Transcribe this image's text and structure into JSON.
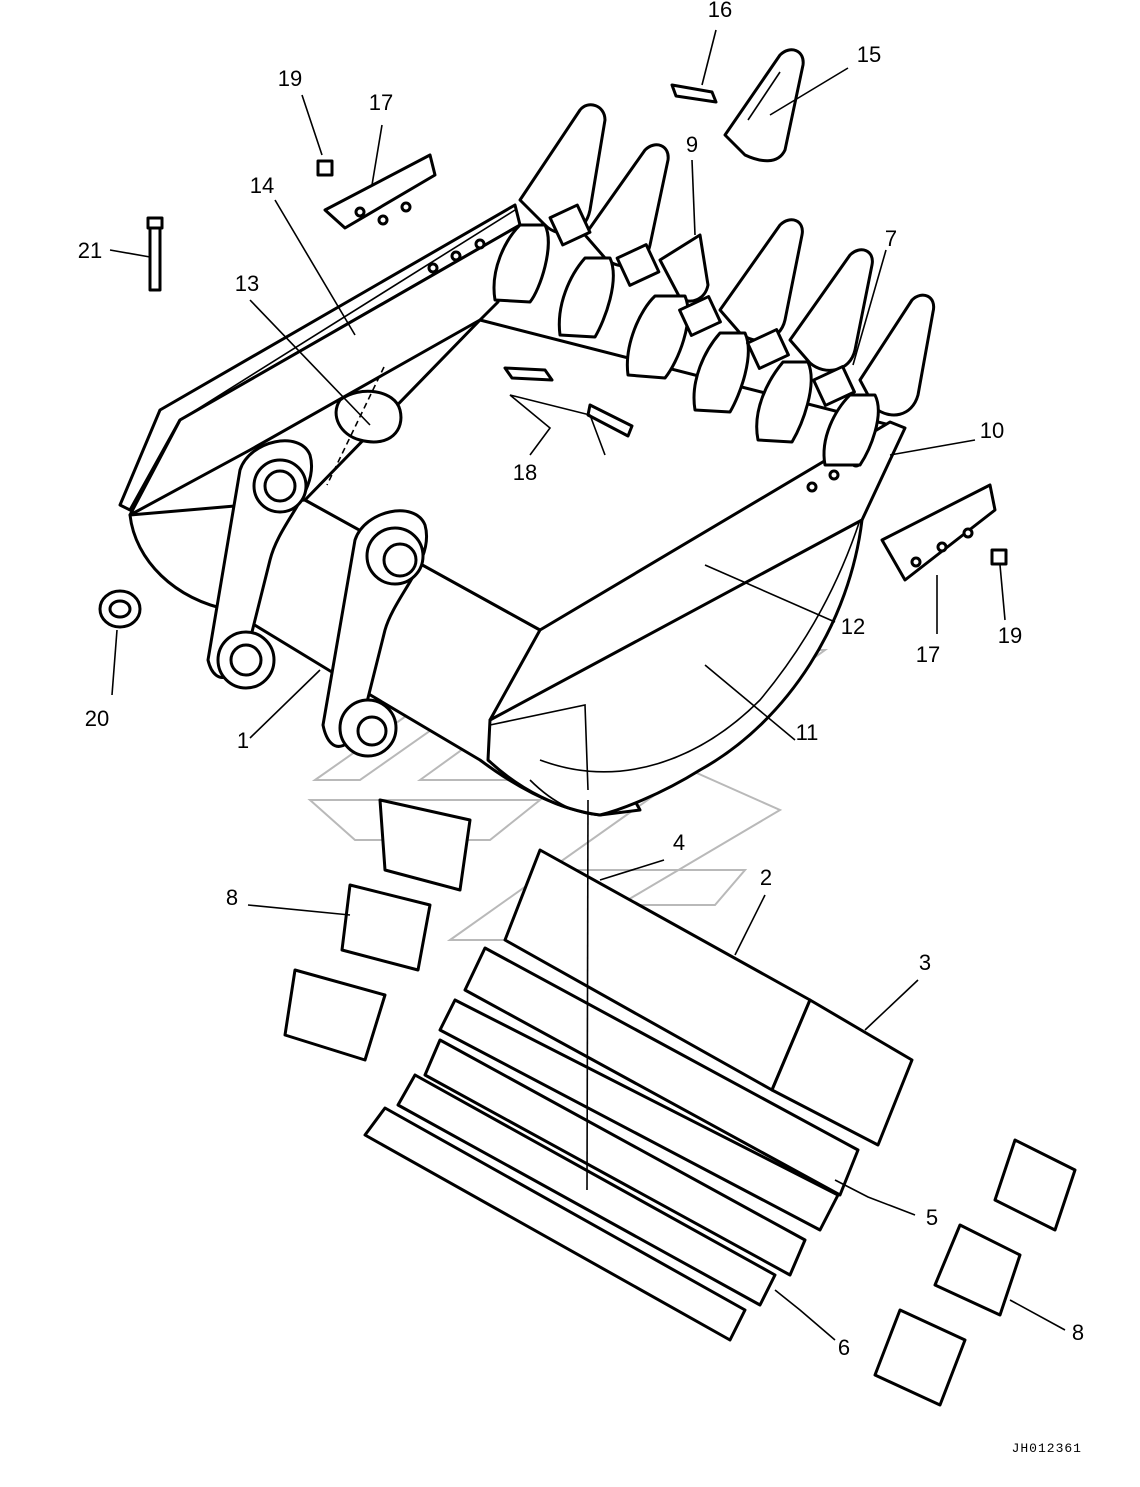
{
  "drawing": {
    "number": "JH012361",
    "callouts": {
      "p1": "1",
      "p2": "2",
      "p3": "3",
      "p4": "4",
      "p5": "5",
      "p6": "6",
      "p7": "7",
      "p8a": "8",
      "p8b": "8",
      "p9": "9",
      "p10": "10",
      "p11": "11",
      "p12": "12",
      "p13": "13",
      "p14": "14",
      "p15": "15",
      "p16": "16",
      "p17a": "17",
      "p17b": "17",
      "p18": "18",
      "p19a": "19",
      "p19b": "19",
      "p20": "20",
      "p21": "21"
    }
  }
}
